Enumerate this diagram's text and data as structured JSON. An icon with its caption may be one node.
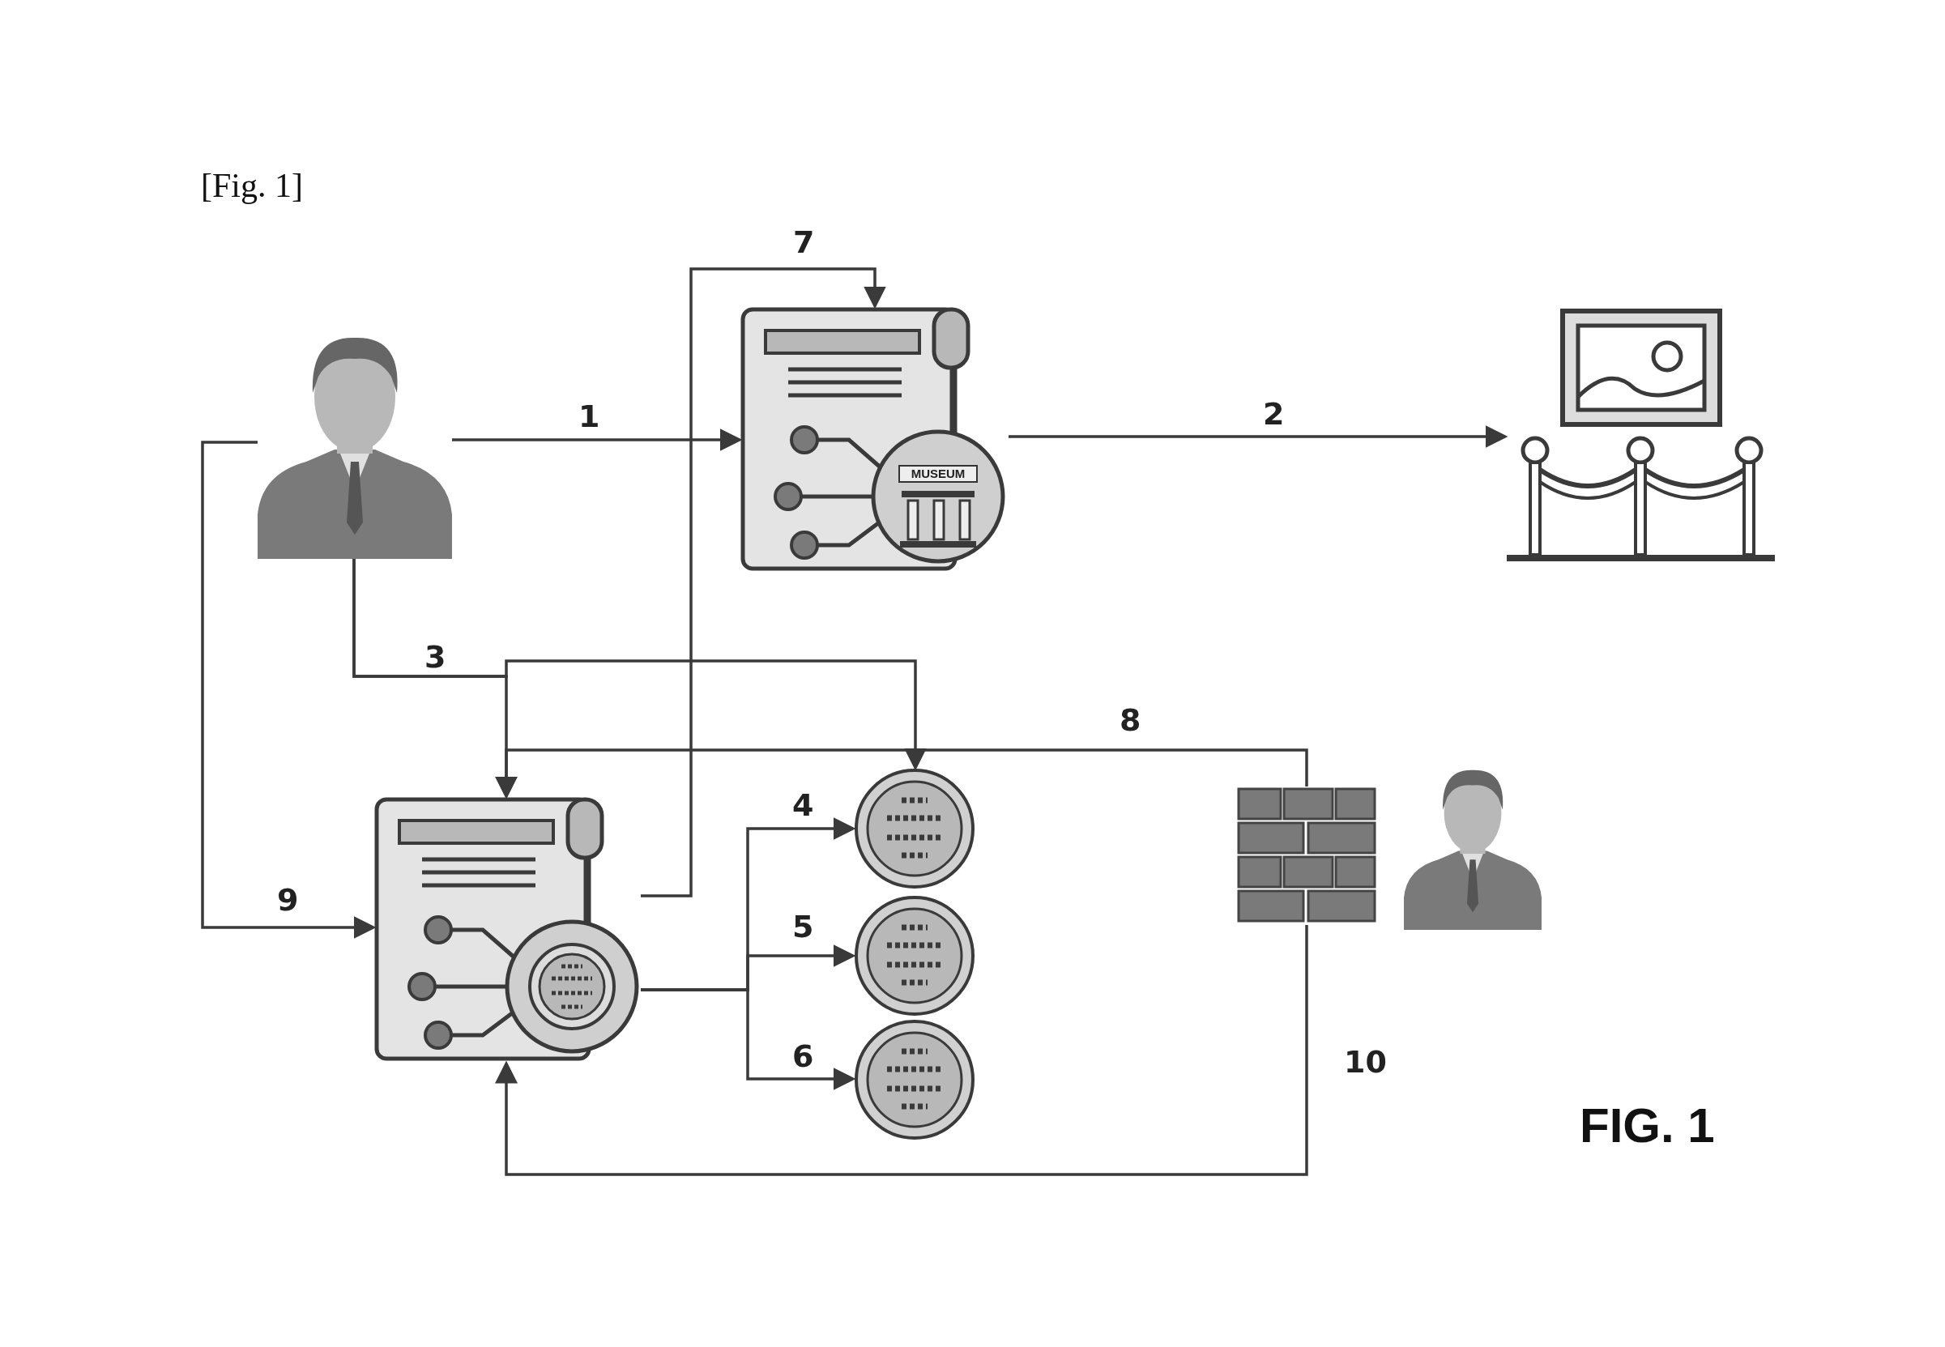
{
  "diagram": {
    "caption": "FIG. 1",
    "nodes": [
      {
        "text": [],
        "shape": "person"
      },
      {
        "text": [
          "MUSEUM"
        ]
      },
      {
        "text": [],
        "shape": "picture"
      },
      {
        "text": [],
        "shape": "picture"
      },
      {
        "text": [],
        "shape": "circle"
      },
      {
        "text": [],
        "shape": "circle"
      },
      {
        "text": [],
        "shape": "circle"
      },
      {
        "text": [],
        "shape": "picture"
      },
      {
        "text": [],
        "shape": "person"
      }
    ],
    "edges": [
      {
        "from": 0,
        "to": 1,
        "arrow": "to",
        "label": "1"
      },
      {
        "from": 1,
        "to": 2,
        "arrow": "to",
        "label": "2"
      },
      {
        "from": 0,
        "to": 3,
        "arrow": "to",
        "label": "3"
      },
      {
        "from": 0,
        "to": 4,
        "arrow": "to"
      },
      {
        "from": 3,
        "to": 1,
        "arrow": "to",
        "label": "7"
      },
      {
        "from": 0,
        "to": 3,
        "arrow": "to",
        "label": "9"
      },
      {
        "from": 3,
        "to": 4,
        "arrow": "to",
        "label": "4"
      },
      {
        "from": 3,
        "to": 5,
        "arrow": "to",
        "label": "5"
      },
      {
        "from": 3,
        "to": 6,
        "arrow": "to",
        "label": "6"
      },
      {
        "from": 7,
        "to": 3,
        "arrow": "to",
        "label": "8"
      },
      {
        "from": 7,
        "to": 3,
        "arrow": "to",
        "label": "10"
      }
    ],
    "labels": [
      "[Fig. 1]"
    ]
  }
}
